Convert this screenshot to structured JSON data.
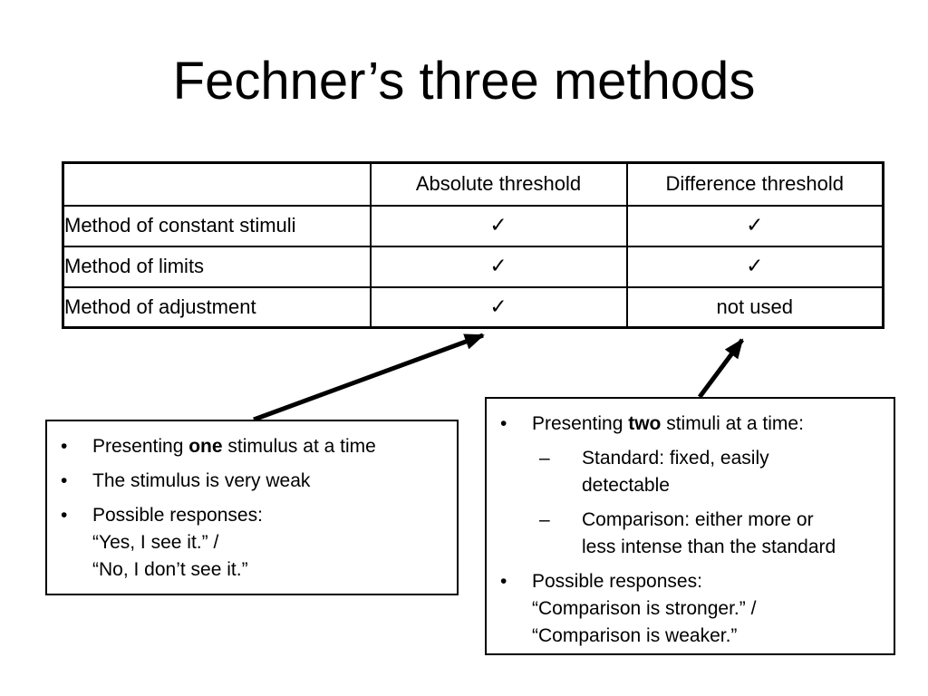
{
  "slide": {
    "title": "Fechner’s three methods"
  },
  "table": {
    "headers": [
      "",
      "Absolute threshold",
      "Difference threshold"
    ],
    "rows": [
      {
        "label": "Method of constant stimuli",
        "absolute": "✓",
        "difference": "✓"
      },
      {
        "label": "Method of limits",
        "absolute": "✓",
        "difference": "✓"
      },
      {
        "label": "Method of adjustment",
        "absolute": "✓",
        "difference": "not used"
      }
    ]
  },
  "left_box": {
    "items": [
      {
        "marker": "•",
        "pre": "Presenting ",
        "bold": "one",
        "post": " stimulus at a time"
      },
      {
        "marker": "•",
        "text": "The stimulus is very weak"
      },
      {
        "marker": "•",
        "line1": "Possible responses:",
        "line2": "“Yes, I see it.” /",
        "line3": "“No, I don’t see it.”"
      }
    ]
  },
  "right_box": {
    "items": [
      {
        "marker": "•",
        "pre": "Presenting ",
        "bold": "two",
        "post": " stimuli at a time:"
      },
      {
        "marker": "–",
        "line1": "Standard: fixed, easily",
        "line2": "detectable"
      },
      {
        "marker": "–",
        "line1": "Comparison: either more or",
        "line2": "less intense than the standard"
      },
      {
        "marker": "•",
        "line1": "Possible responses:",
        "line2": "“Comparison is stronger.” /",
        "line3": "“Comparison is weaker.”"
      }
    ]
  },
  "colors": {
    "background": "#ffffff",
    "text": "#000000",
    "border": "#000000"
  }
}
